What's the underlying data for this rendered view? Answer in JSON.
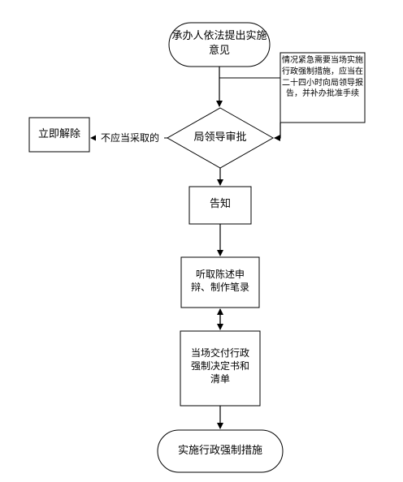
{
  "diagram": {
    "start": "承办人依法提出实施\n意见",
    "note": "情况紧急需要当场实施行政强制措施，应当在二十四小时向局领导报告，并补办批准手续",
    "decision": "局领导审批",
    "reject_edge": "不应当采取的",
    "reject": "立即解除",
    "step_notify": "告知",
    "step_hear": "听取陈述申\n辩、制作笔录",
    "step_deliver": "当场交付行政\n强制决定书和\n清单",
    "end": "实施行政强制措施"
  }
}
